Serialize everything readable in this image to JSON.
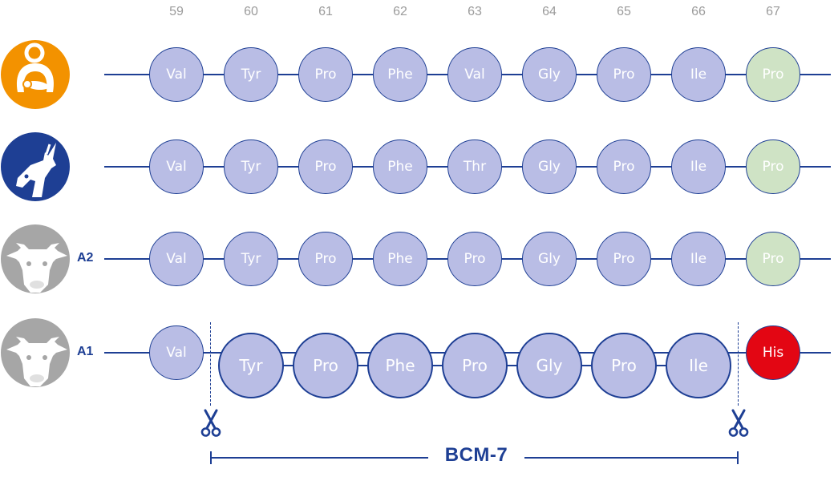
{
  "positions": [
    "59",
    "60",
    "61",
    "62",
    "63",
    "64",
    "65",
    "66",
    "67"
  ],
  "rows": [
    {
      "label": "",
      "icon": "human-mother-baby-icon",
      "icon_color": "#f39200",
      "residues": [
        {
          "name": "Val",
          "kind": "normal"
        },
        {
          "name": "Tyr",
          "kind": "normal"
        },
        {
          "name": "Pro",
          "kind": "normal"
        },
        {
          "name": "Phe",
          "kind": "normal"
        },
        {
          "name": "Val",
          "kind": "normal"
        },
        {
          "name": "Gly",
          "kind": "normal"
        },
        {
          "name": "Pro",
          "kind": "normal"
        },
        {
          "name": "Ile",
          "kind": "normal"
        },
        {
          "name": "Pro",
          "kind": "green"
        }
      ]
    },
    {
      "label": "",
      "icon": "goat-icon",
      "icon_color": "#1e3f94",
      "residues": [
        {
          "name": "Val",
          "kind": "normal"
        },
        {
          "name": "Tyr",
          "kind": "normal"
        },
        {
          "name": "Pro",
          "kind": "normal"
        },
        {
          "name": "Phe",
          "kind": "normal"
        },
        {
          "name": "Thr",
          "kind": "normal"
        },
        {
          "name": "Gly",
          "kind": "normal"
        },
        {
          "name": "Pro",
          "kind": "normal"
        },
        {
          "name": "Ile",
          "kind": "normal"
        },
        {
          "name": "Pro",
          "kind": "green"
        }
      ]
    },
    {
      "label": "A2",
      "icon": "cow-icon",
      "icon_color": "#a6a6a6",
      "residues": [
        {
          "name": "Val",
          "kind": "normal"
        },
        {
          "name": "Tyr",
          "kind": "normal"
        },
        {
          "name": "Pro",
          "kind": "normal"
        },
        {
          "name": "Phe",
          "kind": "normal"
        },
        {
          "name": "Pro",
          "kind": "normal"
        },
        {
          "name": "Gly",
          "kind": "normal"
        },
        {
          "name": "Pro",
          "kind": "normal"
        },
        {
          "name": "Ile",
          "kind": "normal"
        },
        {
          "name": "Pro",
          "kind": "green"
        }
      ]
    },
    {
      "label": "A1",
      "icon": "cow-icon",
      "icon_color": "#a6a6a6",
      "fragment": true,
      "residues": [
        {
          "name": "Val",
          "kind": "normal"
        },
        {
          "name": "Tyr",
          "kind": "normal"
        },
        {
          "name": "Pro",
          "kind": "normal"
        },
        {
          "name": "Phe",
          "kind": "normal"
        },
        {
          "name": "Pro",
          "kind": "normal"
        },
        {
          "name": "Gly",
          "kind": "normal"
        },
        {
          "name": "Pro",
          "kind": "normal"
        },
        {
          "name": "Ile",
          "kind": "normal"
        },
        {
          "name": "His",
          "kind": "red"
        }
      ]
    }
  ],
  "fragment_label": "BCM-7",
  "colors": {
    "residue": "#b9bde5",
    "residue_end_pro": "#cfe3c5",
    "residue_end_his": "#e30613",
    "outline": "#1e3f94",
    "position_text": "#9b9b9b"
  },
  "icons": {
    "cleavage": "scissors-icon"
  }
}
